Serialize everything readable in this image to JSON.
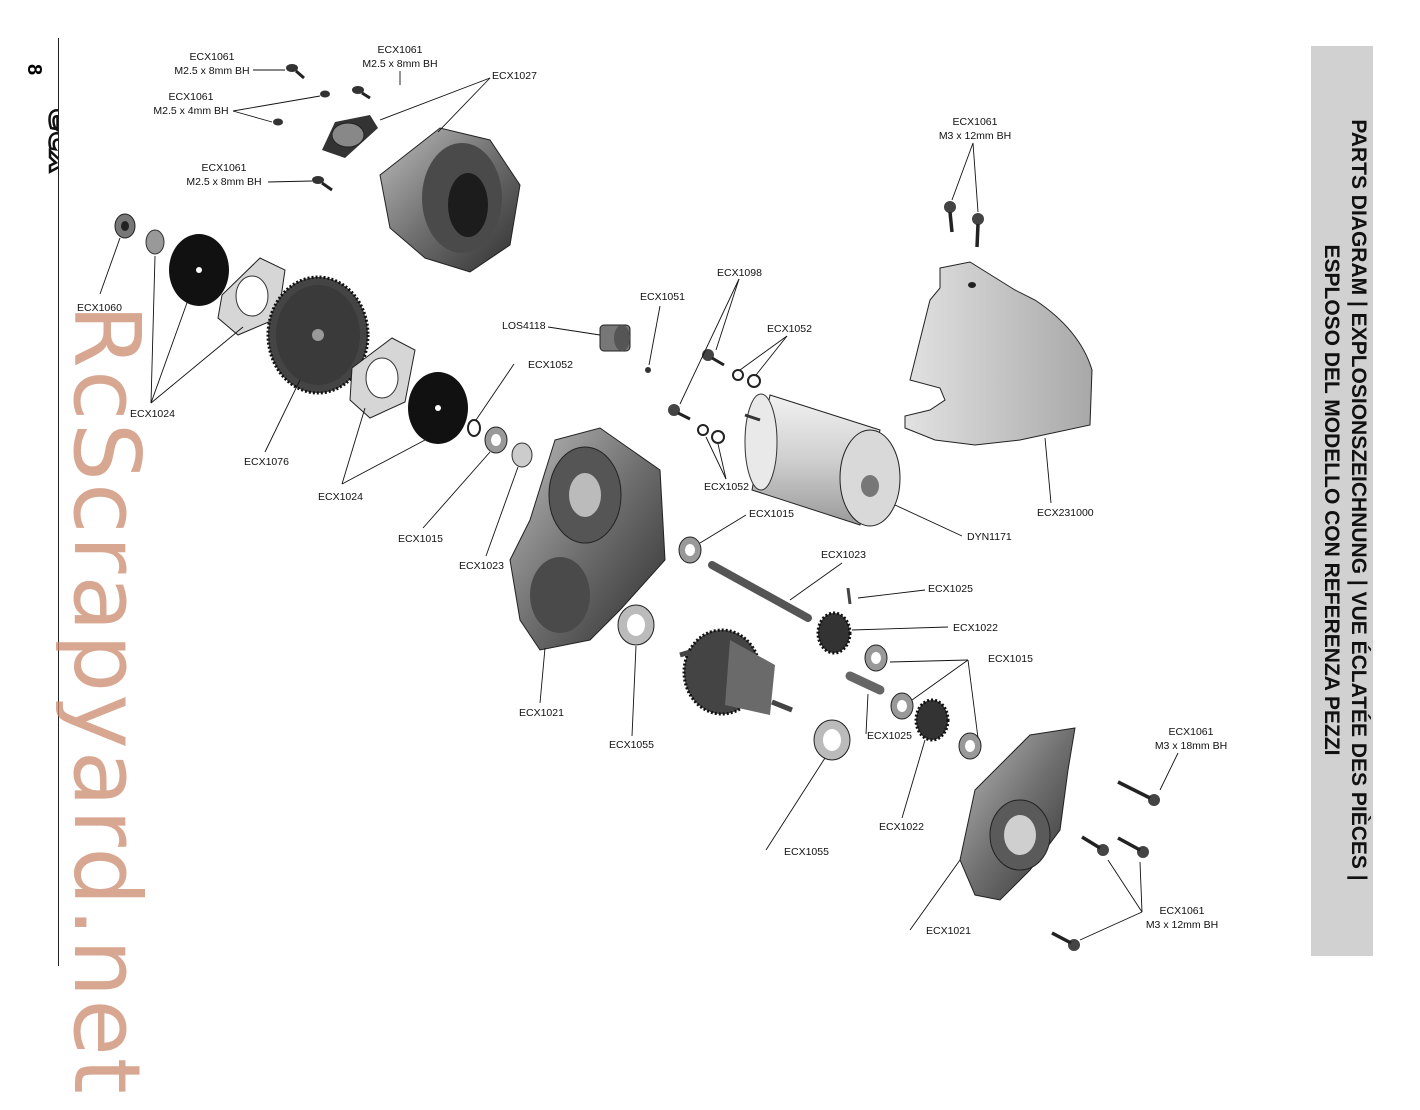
{
  "page": {
    "number": "8",
    "brand": "ecx",
    "brand_logo_icon": "ecx-brand-logo-icon",
    "watermark": "RcScrapyard.net",
    "title_line1": "PARTS DIAGRAM | EXPLOSIONSZEICHNUNG | VUE ÉCLATÉE DES PIÈCES |",
    "title_line2": "ESPLOSO DEL MODELLO CON REFERENZA PEZZI"
  },
  "colors": {
    "band": "#d1d1d1",
    "watermark": "#c98567",
    "ink": "#111111"
  },
  "labels": {
    "screw_top_left_code": "ECX1061",
    "screw_top_left_spec": "M2.5 x 8mm BH",
    "screw_top_mid_code": "ECX1061",
    "screw_top_mid_spec": "M2.5 x 8mm BH",
    "screw_4mm_code": "ECX1061",
    "screw_4mm_spec": "M2.5 x 4mm BH",
    "screw_mid_left_code": "ECX1061",
    "screw_mid_left_spec": "M2.5 x 8mm BH",
    "gear_cover": "ECX1027",
    "motor_mount_screws_code": "ECX1061",
    "motor_mount_screws_spec": "M3 x 12mm BH",
    "slipper_nut": "ECX1060",
    "slipper_spring_pads": "ECX1024",
    "spur_gear": "ECX1076",
    "slipper_pads_lower": "ECX1024",
    "bearing_left": "ECX1015",
    "bushing_left": "ECX1023",
    "pinion": "LOS4118",
    "set_screw": "ECX1051",
    "motor_screws": "ECX1098",
    "washers_top": "ECX1052",
    "shim_left": "ECX1052",
    "washers_bottom": "ECX1052",
    "motor": "DYN1171",
    "motor_guard": "ECX231000",
    "bearing_mid": "ECX1015",
    "bushing_shaft": "ECX1023",
    "pin_top": "ECX1025",
    "idler_gear_top": "ECX1022",
    "bearings_right": "ECX1015",
    "pin_lower": "ECX1025",
    "idler_gear_lower": "ECX1022",
    "bearing_large_left": "ECX1055",
    "bearing_large_lower": "ECX1055",
    "case_left": "ECX1021",
    "case_right": "ECX1021",
    "screw_18mm_code": "ECX1061",
    "screw_18mm_spec": "M3 x 18mm BH",
    "screws_bottom_code": "ECX1061",
    "screws_bottom_spec": "M3 x 12mm BH"
  }
}
